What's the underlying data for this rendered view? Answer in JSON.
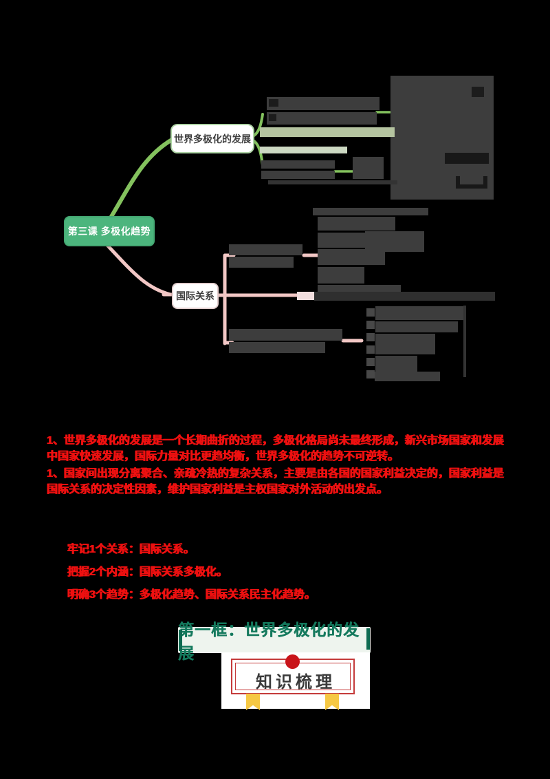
{
  "mindmap": {
    "root": {
      "label": "第三课 多极化趋势"
    },
    "branch_top": {
      "label": "世界多极化的发展"
    },
    "branch_bottom": {
      "label": "国际关系"
    },
    "colors": {
      "root_bg": "#4cb57d",
      "green_connector": "#84c25e",
      "pink_connector": "#f2c7c5",
      "olive_highlight": "#b5c4a0",
      "dark_text_block": "#3d3d3d"
    }
  },
  "notes": {
    "text_color": "#ee1010",
    "para1": "1、世界多极化的发展是一个长期曲折的过程，多极化格局尚未最终形成，新兴市场国家和发展中国家快速发展，国际力量对比更趋均衡，世界多极化的趋势不可逆转。",
    "para2": "1、国家间出现分离聚合、亲疏冷热的复杂关系，主要是由各国的国家利益决定的，国家利益是国际关系的决定性因素，维护国家利益是主权国家对外活动的出发点。",
    "bullets": [
      "牢记1个关系：国际关系。",
      "把握2个内涵：国际关系多极化。",
      "明确3个趋势：多极化趋势、国际关系民主化趋势。"
    ]
  },
  "section": {
    "frame_title": "第一框：世界多极化的发展",
    "badge_label": "知识梳理",
    "colors": {
      "title_green": "#14795d",
      "frame_red": "#c53b3b",
      "dot_red": "#c9141a",
      "ribbon_yellow": "#f6c843"
    }
  }
}
